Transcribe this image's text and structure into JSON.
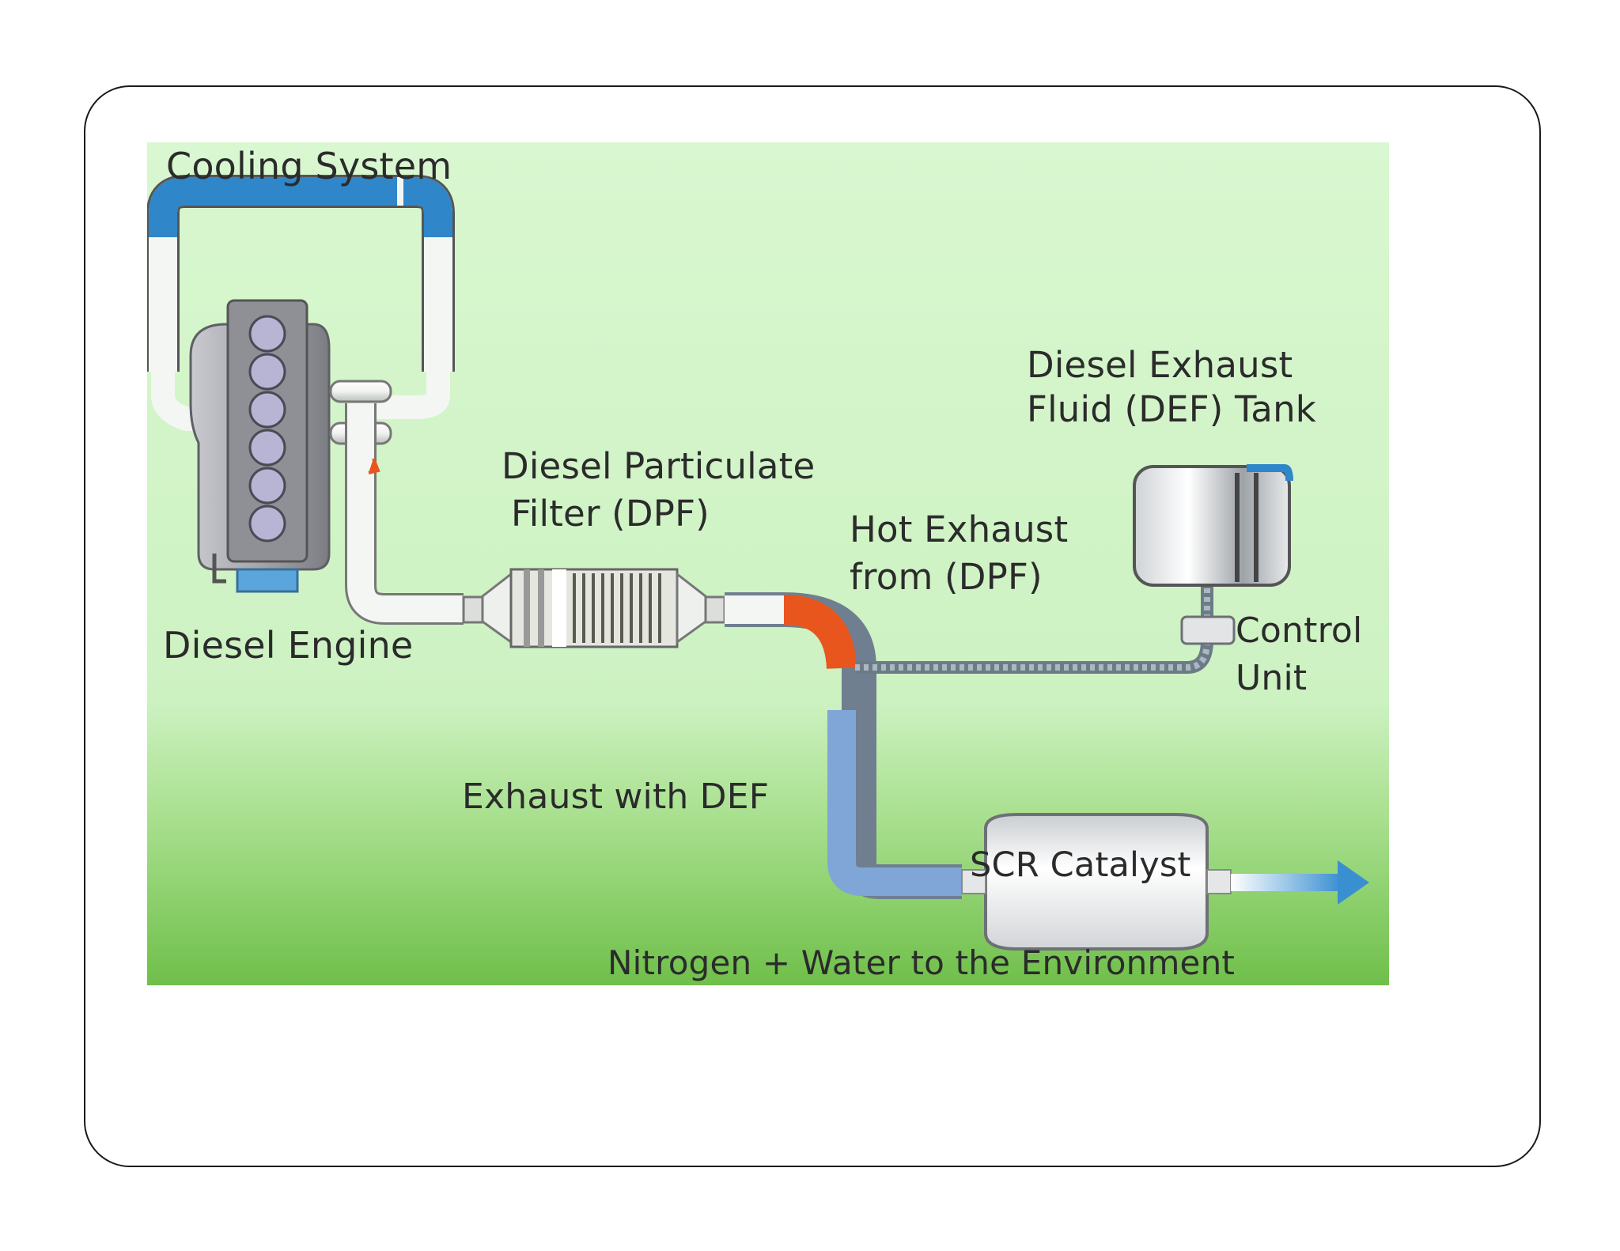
{
  "diagram": {
    "labels": {
      "cooling_system": "Cooling System",
      "diesel_engine": "Diesel Engine",
      "dpf_line1": "Diesel Particulate",
      "dpf_line2": "Filter (DPF)",
      "hot_exhaust_line1": "Hot Exhaust",
      "hot_exhaust_line2": "from (DPF)",
      "def_tank_line1": "Diesel Exhaust",
      "def_tank_line2": "Fluid (DEF) Tank",
      "control_unit_line1": "Control",
      "control_unit_line2": "Unit",
      "exhaust_with_def": "Exhaust with DEF",
      "scr_catalyst": "SCR Catalyst",
      "output": "Nitrogen + Water to the Environment"
    },
    "colors": {
      "background_top": "#d9f7d0",
      "background_bottom": "#6fbf4a",
      "coolant_blue": "#2f86c8",
      "hot_exhaust_orange": "#e8561e",
      "pipe_white": "#f4f6f4",
      "exhaust_blue": "#7fa6d6",
      "engine_gray": "#8e9096"
    }
  }
}
